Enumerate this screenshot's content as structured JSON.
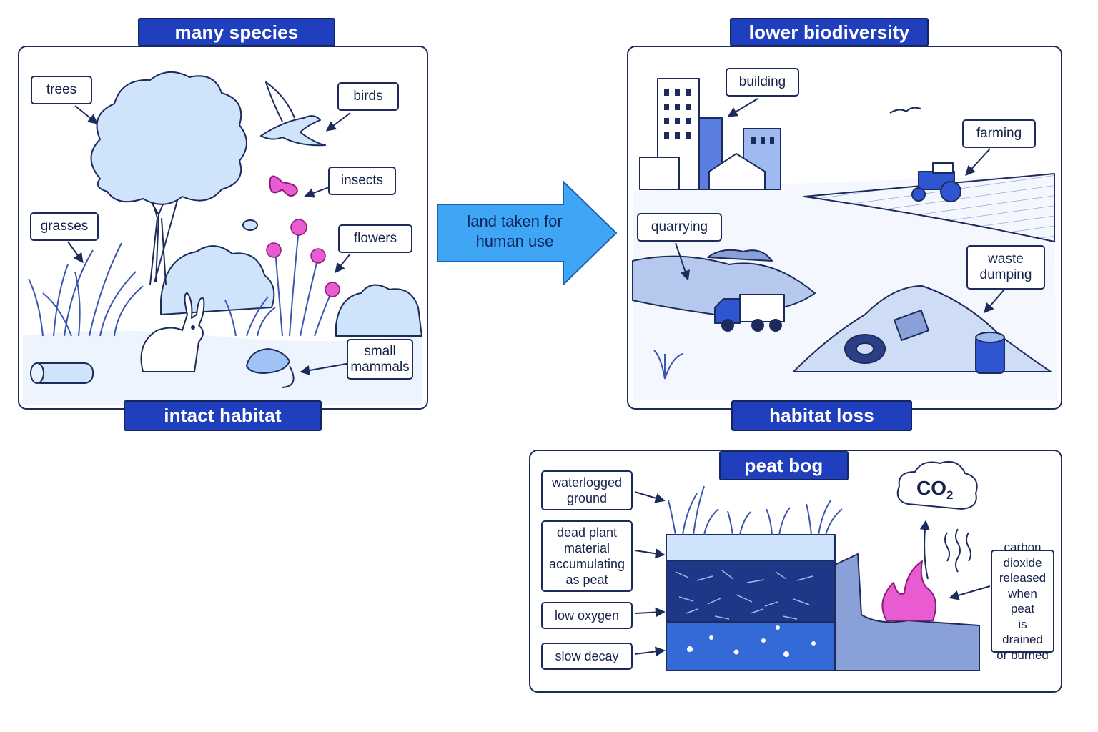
{
  "habitat": {
    "top_title": "many species",
    "bottom_title": "intact habitat",
    "labels": {
      "trees": "trees",
      "birds": "birds",
      "insects": "insects",
      "grasses": "grasses",
      "flowers": "flowers",
      "small_mammals": "small\nmammals"
    }
  },
  "transition": {
    "text": "land taken for\nhuman use"
  },
  "loss": {
    "top_title": "lower biodiversity",
    "bottom_title": "habitat loss",
    "labels": {
      "building": "building",
      "farming": "farming",
      "quarrying": "quarrying",
      "waste_dumping": "waste\ndumping"
    }
  },
  "bog": {
    "title": "peat bog",
    "co2": "CO",
    "co2_sub": "2",
    "labels": {
      "waterlogged": "waterlogged\nground",
      "dead_plant": "dead plant\nmaterial\naccumulating\nas peat",
      "low_oxygen": "low oxygen",
      "slow_decay": "slow decay",
      "carbon": "carbon\ndioxide\nreleased\nwhen peat\nis drained\nor burned"
    }
  },
  "colors": {
    "primary": "#1f3fbf",
    "arrow": "#3ea6f5",
    "outline": "#1d2b5c",
    "light_fill": "#cfe3fb",
    "pink": "#e85bd1"
  }
}
